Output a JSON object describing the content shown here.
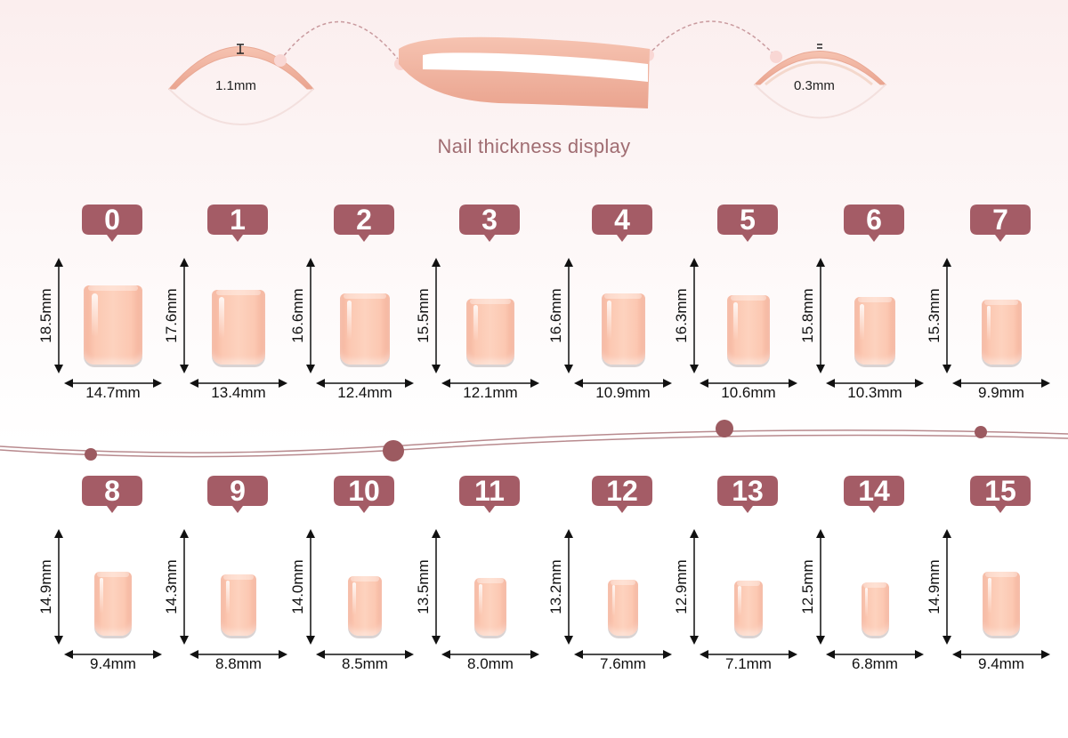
{
  "header": {
    "title": "Nail thickness display",
    "left_thickness": "1.1mm",
    "right_thickness": "0.3mm"
  },
  "colors": {
    "badge": "#a45c66",
    "nail": "#fcc8b2",
    "wave": "#9c5a60"
  },
  "row1": [
    {
      "num": "0",
      "length": "18.5mm",
      "width": "14.7mm"
    },
    {
      "num": "1",
      "length": "17.6mm",
      "width": "13.4mm"
    },
    {
      "num": "2",
      "length": "16.6mm",
      "width": "12.4mm"
    },
    {
      "num": "3",
      "length": "15.5mm",
      "width": "12.1mm"
    },
    {
      "num": "4",
      "length": "16.6mm",
      "width": "10.9mm"
    },
    {
      "num": "5",
      "length": "16.3mm",
      "width": "10.6mm"
    },
    {
      "num": "6",
      "length": "15.8mm",
      "width": "10.3mm"
    },
    {
      "num": "7",
      "length": "15.3mm",
      "width": "9.9mm"
    }
  ],
  "row2": [
    {
      "num": "8",
      "length": "14.9mm",
      "width": "9.4mm"
    },
    {
      "num": "9",
      "length": "14.3mm",
      "width": "8.8mm"
    },
    {
      "num": "10",
      "length": "14.0mm",
      "width": "8.5mm"
    },
    {
      "num": "11",
      "length": "13.5mm",
      "width": "8.0mm"
    },
    {
      "num": "12",
      "length": "13.2mm",
      "width": "7.6mm"
    },
    {
      "num": "13",
      "length": "12.9mm",
      "width": "7.1mm"
    },
    {
      "num": "14",
      "length": "12.5mm",
      "width": "6.8mm"
    },
    {
      "num": "15",
      "length": "14.9mm",
      "width": "9.4mm"
    }
  ]
}
